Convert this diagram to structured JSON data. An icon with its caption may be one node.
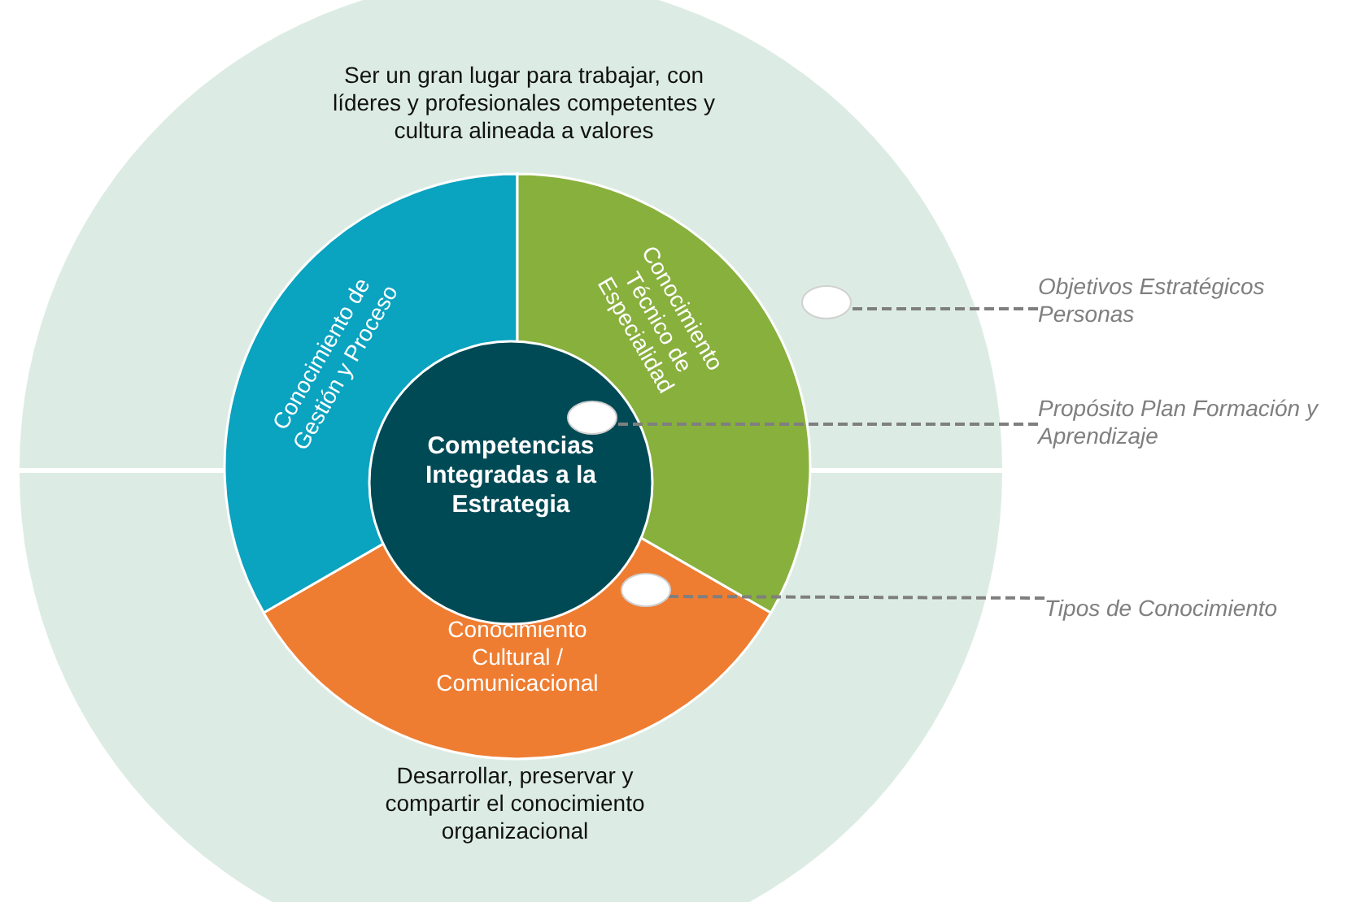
{
  "diagram": {
    "nodes": [
      {
        "text": [
          "Ser un gran lugar para trabajar, con líderes y profesionales competentes y cultura alineada a valores"
        ]
      },
      {
        "text": [
          "Desarrollar, preservar y compartir el conocimiento organizacional"
        ]
      },
      {
        "text": [
          "Conocimiento de Gestión y Proceso"
        ]
      },
      {
        "text": [
          "Conocimiento Técnico de Especialidad"
        ]
      },
      {
        "text": [
          "Conocimiento Cultural / Comunicacional"
        ],
        "in": 1
      },
      {
        "text": [
          "Competencias Integradas a la Estrategia"
        ]
      },
      {
        "text": [
          "Objetivos Estratégicos Personas"
        ]
      },
      {
        "text": [
          "Propósito Plan Formación y Aprendizaje"
        ]
      },
      {
        "text": [
          "Tipos de Conocimiento"
        ]
      },
      {
        "text": [],
        "shape": "circle",
        "in": 0
      },
      {
        "text": [],
        "shape": "circle"
      },
      {
        "text": [],
        "shape": "circle",
        "in": 4
      }
    ],
    "edges": [
      {
        "from": 6,
        "to": 9,
        "arrow": "none",
        "style": "dashed"
      },
      {
        "from": 7,
        "to": 10,
        "arrow": "none",
        "style": "dashed"
      },
      {
        "from": 8,
        "to": 11,
        "arrow": "none",
        "style": "dashed"
      }
    ]
  }
}
